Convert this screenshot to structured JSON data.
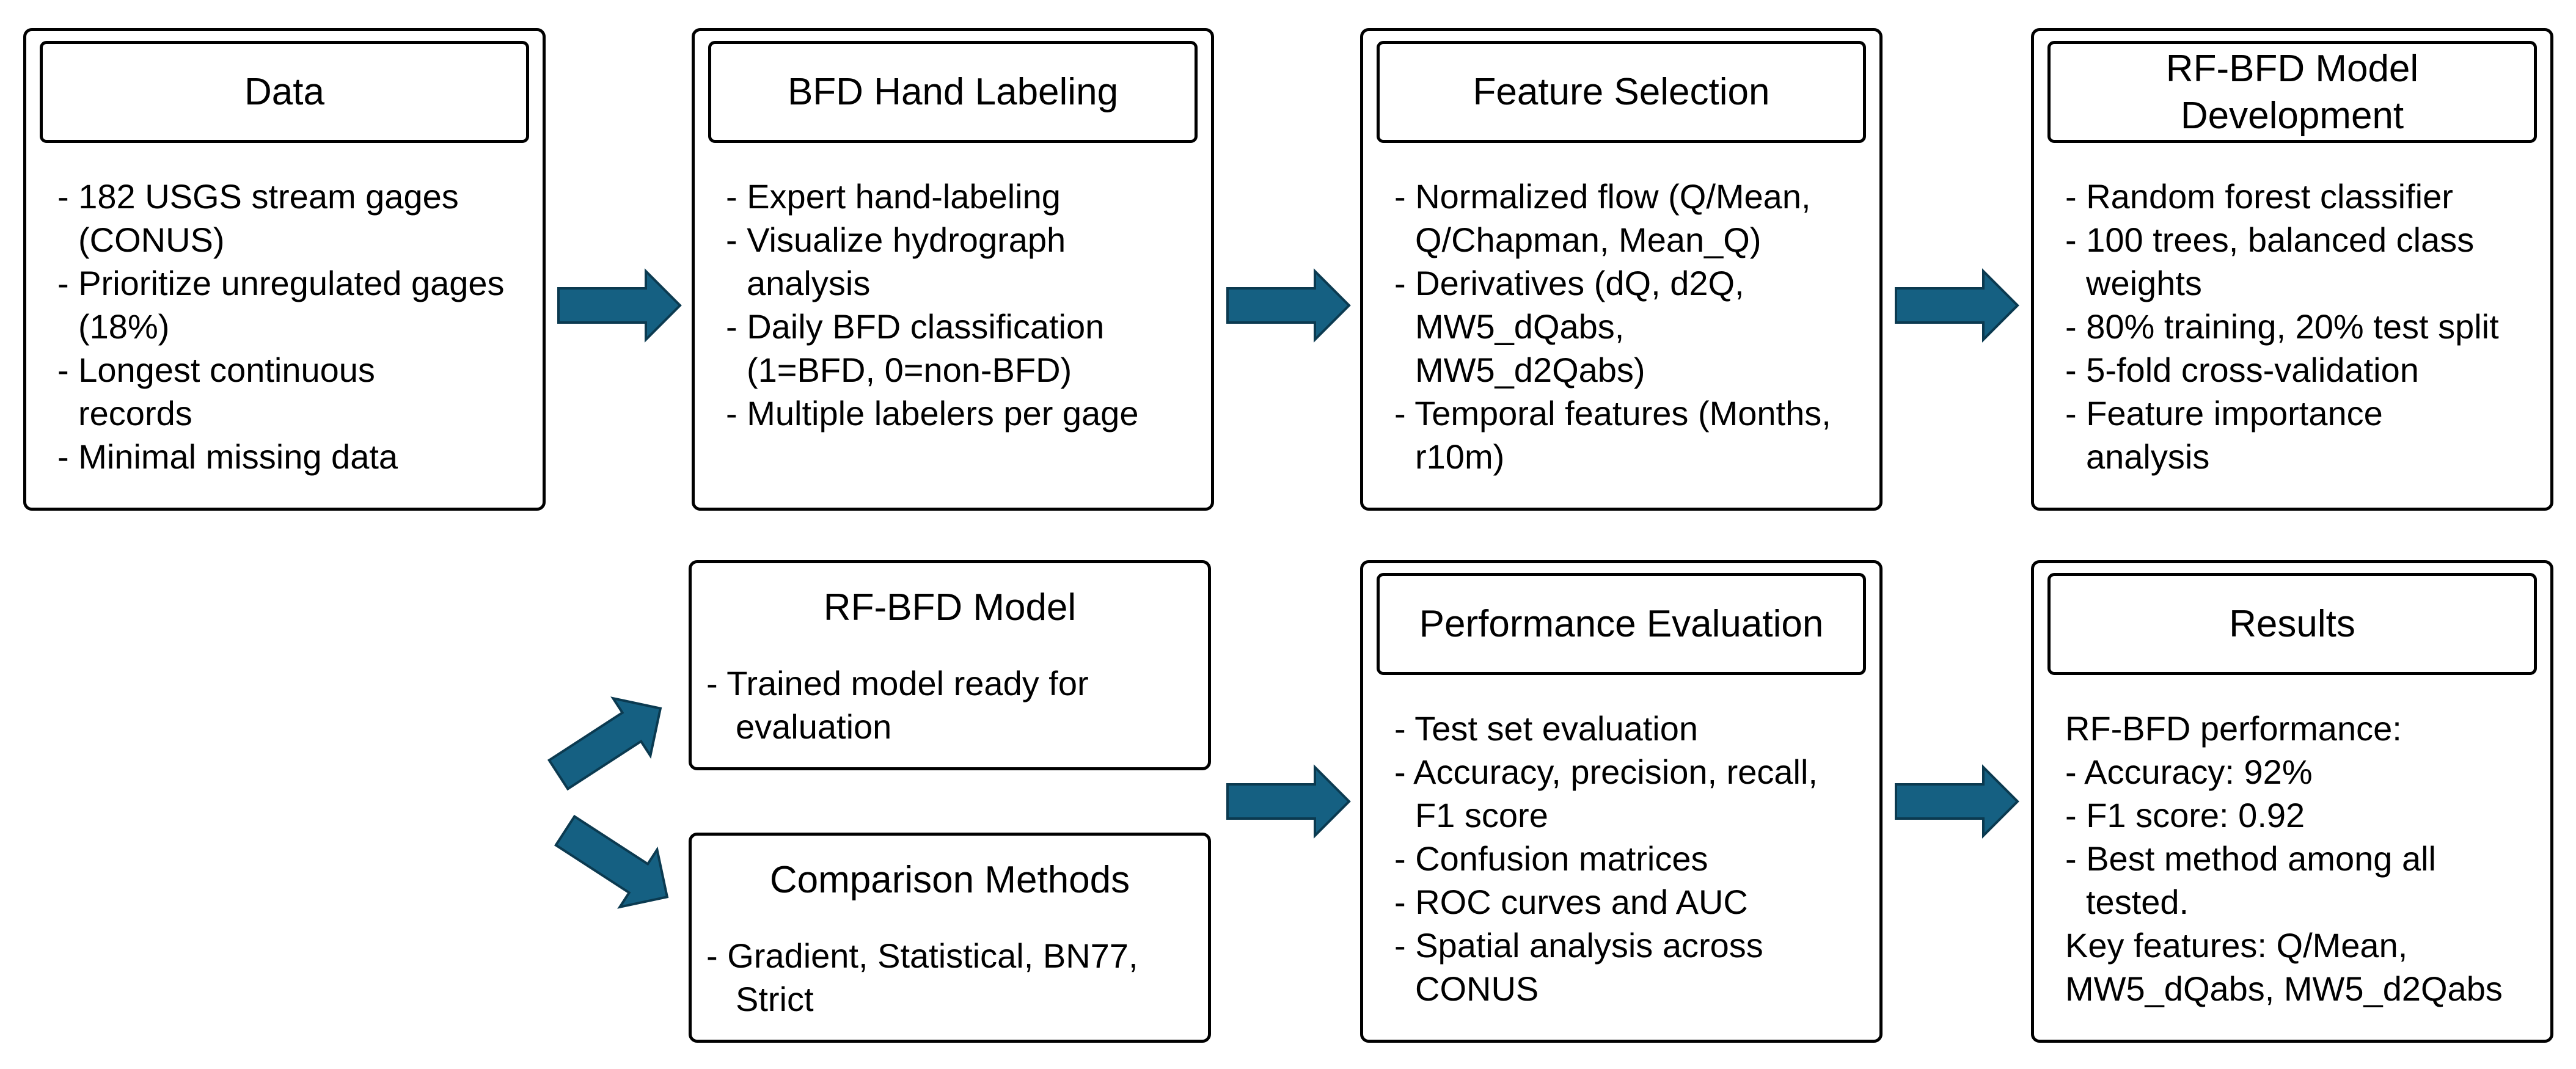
{
  "colors": {
    "arrow_fill": "#156082",
    "arrow_outline": "#0B3A50"
  },
  "data": {
    "title": "Data",
    "items": [
      "- 182 USGS stream gages\n(CONUS)",
      "- Prioritize unregulated gages\n(18%)",
      "- Longest continuous\nrecords",
      "- Minimal missing data"
    ]
  },
  "hand_labeling": {
    "title": "BFD Hand Labeling",
    "items": [
      "- Expert hand-labeling",
      "- Visualize hydrograph\nanalysis",
      "- Daily BFD classification\n(1=BFD, 0=non-BFD)",
      "- Multiple labelers per gage"
    ]
  },
  "feature_selection": {
    "title": "Feature Selection",
    "items": [
      "- Normalized flow (Q/Mean,\nQ/Chapman, Mean_Q)",
      "- Derivatives (dQ, d2Q,\nMW5_dQabs,\nMW5_d2Qabs)",
      "- Temporal features (Months,\nr10m)"
    ]
  },
  "model_development": {
    "title": "RF-BFD Model\nDevelopment",
    "items": [
      "- Random forest classifier",
      "- 100 trees, balanced class\nweights",
      "- 80% training, 20% test split",
      "- 5-fold cross-validation",
      "- Feature importance\nanalysis"
    ]
  },
  "trained_model": {
    "title": "RF-BFD Model",
    "items": [
      "- Trained model ready for\nevaluation"
    ]
  },
  "comparison_methods": {
    "title": "Comparison Methods",
    "items": [
      "- Gradient, Statistical, BN77,\nStrict"
    ]
  },
  "performance_evaluation": {
    "title": "Performance Evaluation",
    "items": [
      "- Test set evaluation",
      "- Accuracy, precision, recall,\nF1 score",
      "- Confusion matrices",
      "- ROC curves and AUC",
      "- Spatial analysis across\nCONUS"
    ]
  },
  "results": {
    "title": "Results",
    "intro": "RF-BFD performance:",
    "items": [
      "- Accuracy: 92%",
      "- F1 score: 0.92",
      "- Best method among all\ntested."
    ],
    "key_features": "Key features: Q/Mean,\nMW5_dQabs, MW5_d2Qabs"
  }
}
